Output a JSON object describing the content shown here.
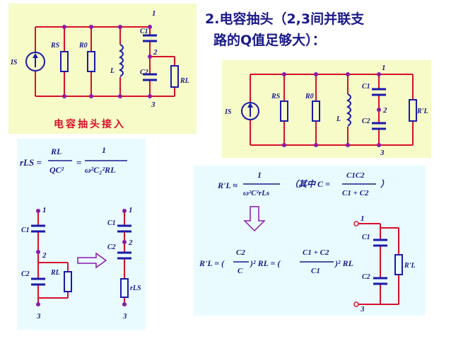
{
  "title": {
    "line1": "2.电容抽头（2,3间并联支",
    "line2": "路的Q值足够大）："
  },
  "caption": "电容抽头接入",
  "labels": {
    "Is": "IS",
    "Rs": "RS",
    "R0": "R0",
    "L": "L",
    "C1": "C1",
    "C2": "C2",
    "RL": "RL",
    "RpL": "R'L",
    "rLS": "rLS",
    "n1": "1",
    "n2": "2",
    "n3": "3"
  },
  "formula_left": {
    "lhs": "rLS =",
    "frac1_num": "RL",
    "frac1_den": "QC²",
    "eq": "=",
    "frac2_num": "1",
    "frac2_den": "ω²C₂²RL"
  },
  "formula_right": {
    "line1_lhs": "R'L ≈",
    "line1_num": "1",
    "line1_den": "ω²C²rLs",
    "line1_note_open": "（其中 C =",
    "line1_note_num": "C1C2",
    "line1_note_den": "C1 + C2",
    "line1_note_close": "）",
    "line2_lhs": "R'L = (",
    "line2_num": "C2",
    "line2_den": "C",
    "line2_mid": ")² RL = (",
    "line2_num2": "C1 + C2",
    "line2_den2": "C1",
    "line2_end": ")² RL"
  },
  "colors": {
    "panel_fill": "#f6fbc8",
    "wire": "#d8102a",
    "component": "#1a1aa8",
    "node_dot": "#8a1aa8",
    "text": "#1a1a8a"
  }
}
